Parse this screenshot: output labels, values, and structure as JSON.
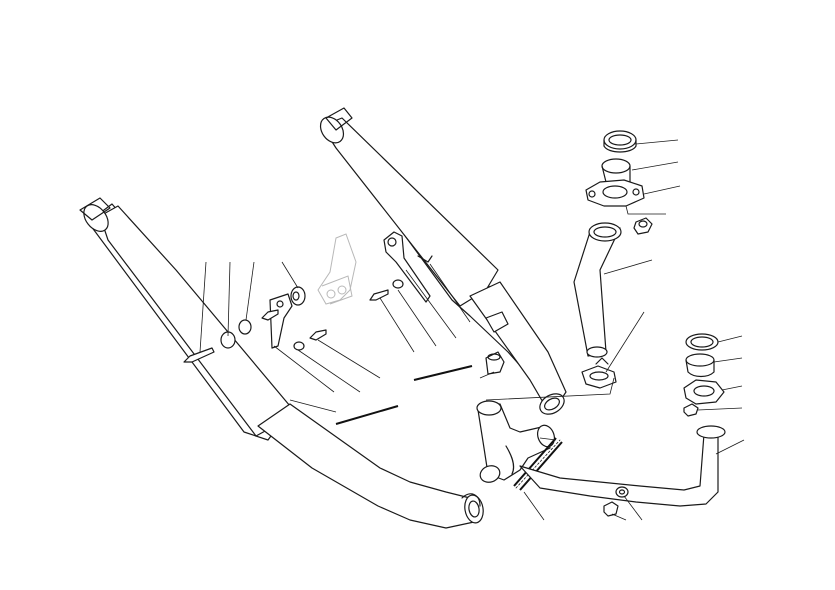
{
  "diagram": {
    "type": "exploded-parts-view",
    "background_color": "#ffffff",
    "line_color": "#1a1a1a",
    "ghost_color": "#b8b8b8",
    "parts": [
      {
        "id": "left-silencer",
        "icon": "muffler"
      },
      {
        "id": "right-silencer",
        "icon": "muffler"
      },
      {
        "id": "left-header-pipe",
        "icon": "bent-pipe"
      },
      {
        "id": "y-collector",
        "icon": "y-pipe"
      },
      {
        "id": "collector-strap",
        "icon": "spring-strap"
      },
      {
        "id": "front-exhaust-pipe",
        "icon": "bent-pipe"
      },
      {
        "id": "rear-exhaust-pipe",
        "icon": "bent-pipe"
      },
      {
        "id": "front-gasket",
        "icon": "ring"
      },
      {
        "id": "front-sleeve",
        "icon": "sleeve"
      },
      {
        "id": "front-flange",
        "icon": "flange"
      },
      {
        "id": "front-nut",
        "icon": "nut"
      },
      {
        "id": "rear-gasket",
        "icon": "ring"
      },
      {
        "id": "rear-sleeve",
        "icon": "sleeve"
      },
      {
        "id": "rear-flange",
        "icon": "flange"
      },
      {
        "id": "rear-nut",
        "icon": "nut"
      },
      {
        "id": "pipe-clamp",
        "icon": "clamp"
      },
      {
        "id": "support-bracket",
        "icon": "bracket"
      },
      {
        "id": "silencer-bracket",
        "icon": "bracket"
      },
      {
        "id": "rubber-mount",
        "icon": "grommet"
      },
      {
        "id": "cap-screw",
        "icon": "screw"
      },
      {
        "id": "washer",
        "icon": "washer"
      },
      {
        "id": "spacer",
        "icon": "spacer"
      },
      {
        "id": "bottom-nut",
        "icon": "nut"
      },
      {
        "id": "bottom-washer",
        "icon": "washer"
      }
    ],
    "callout_count": 31
  }
}
